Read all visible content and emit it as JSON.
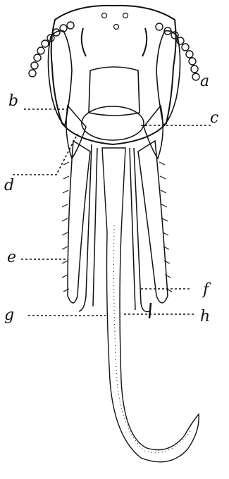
{
  "figure": {
    "title": "",
    "labels": [
      {
        "id": "a",
        "text": "a"
      },
      {
        "id": "b",
        "text": "b"
      },
      {
        "id": "c",
        "text": "c"
      },
      {
        "id": "d",
        "text": "d"
      },
      {
        "id": "e",
        "text": "e"
      },
      {
        "id": "f",
        "text": "f"
      },
      {
        "id": "g",
        "text": "g"
      },
      {
        "id": "h",
        "text": "h"
      }
    ]
  },
  "colors": {
    "ink": "#111111",
    "paper": "#ffffff"
  }
}
